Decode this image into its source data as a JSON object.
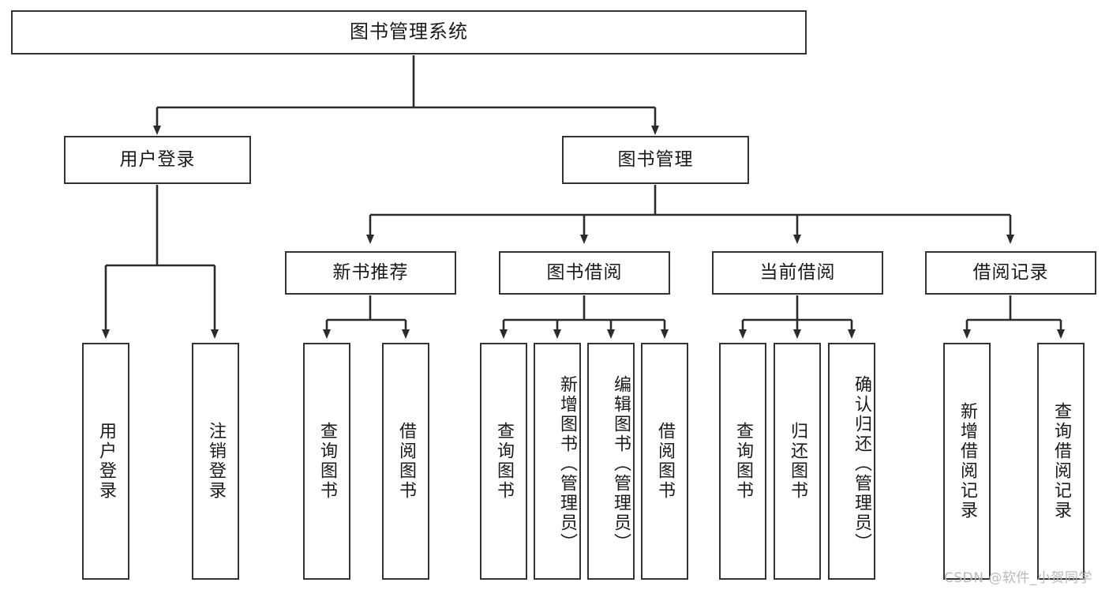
{
  "diagram": {
    "title_node": {
      "label": "图书管理系统"
    },
    "level1": [
      {
        "id": "user-login",
        "label": "用户登录"
      },
      {
        "id": "book-manage",
        "label": "图书管理"
      }
    ],
    "level2": [
      {
        "id": "new-book-recommend",
        "label": "新书推荐"
      },
      {
        "id": "book-borrow",
        "label": "图书借阅"
      },
      {
        "id": "current-borrow",
        "label": "当前借阅"
      },
      {
        "id": "borrow-record",
        "label": "借阅记录"
      }
    ],
    "leaves": {
      "user_login": [
        {
          "id": "leaf-user-login",
          "label": "用户登录"
        },
        {
          "id": "leaf-user-logout",
          "label": "注销登录"
        }
      ],
      "new_book_recommend": [
        {
          "id": "leaf-query-book-1",
          "label": "查询图书"
        },
        {
          "id": "leaf-borrow-book-1",
          "label": "借阅图书"
        }
      ],
      "book_borrow": [
        {
          "id": "leaf-query-book-2",
          "label": "查询图书"
        },
        {
          "id": "leaf-add-book",
          "label": "新增图书（管理员）"
        },
        {
          "id": "leaf-edit-book",
          "label": "编辑图书（管理员）"
        },
        {
          "id": "leaf-borrow-book-2",
          "label": "借阅图书"
        }
      ],
      "current_borrow": [
        {
          "id": "leaf-query-book-3",
          "label": "查询图书"
        },
        {
          "id": "leaf-return-book",
          "label": "归还图书"
        },
        {
          "id": "leaf-confirm-return",
          "label": "确认归还（管理员）"
        }
      ],
      "borrow_record": [
        {
          "id": "leaf-add-record",
          "label": "新增借阅记录"
        },
        {
          "id": "leaf-query-record",
          "label": "查询借阅记录"
        }
      ]
    },
    "watermark": "CSDN @软件_小贺同学",
    "colors": {
      "border": "#333333",
      "background": "#ffffff",
      "text": "#1a1a1a",
      "watermark": "#b9b9b9"
    }
  }
}
